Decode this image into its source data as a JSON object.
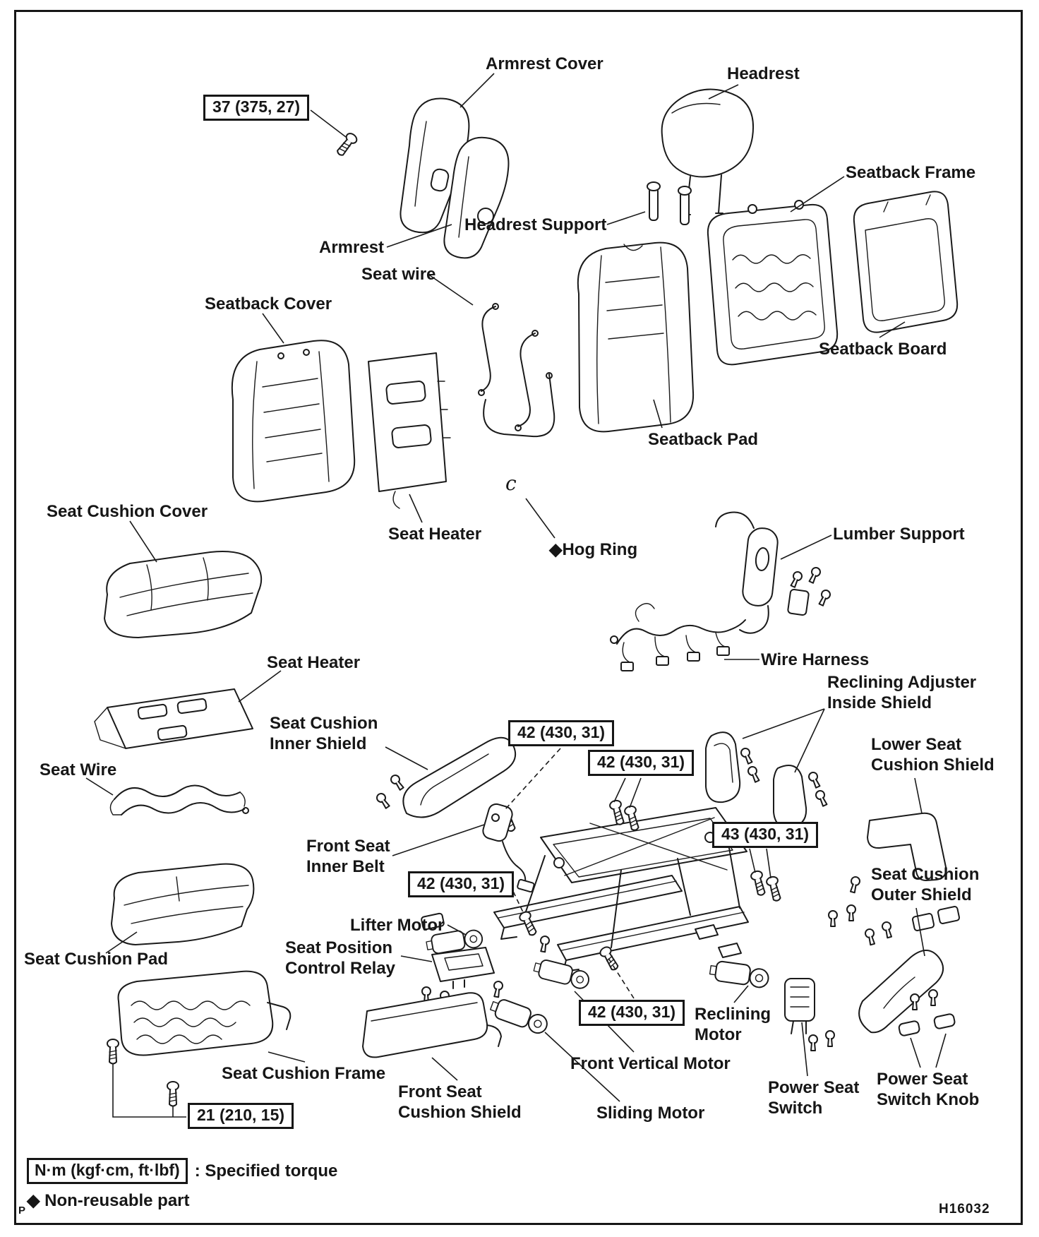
{
  "colors": {
    "ink": "#161616",
    "paper": "#ffffff"
  },
  "figure_code": "H16032",
  "corner_mark": "P",
  "legend": {
    "torque_unit": "N·m (kgf·cm, ft·lbf)",
    "torque_note": ": Specified torque",
    "nonreusable": "◆ Non-reusable part"
  },
  "torques": {
    "armrest": "37 (375, 27)",
    "t42": "42 (430, 31)",
    "t43": "43 (430, 31)",
    "t21": "21 (210, 15)"
  },
  "labels": {
    "armrest_cover": "Armrest Cover",
    "headrest": "Headrest",
    "seatback_frame": "Seatback Frame",
    "headrest_support": "Headrest Support",
    "armrest": "Armrest",
    "seat_wire_upper": "Seat wire",
    "seatback_cover": "Seatback Cover",
    "seatback_board": "Seatback Board",
    "seatback_pad": "Seatback Pad",
    "seat_cushion_cover": "Seat Cushion Cover",
    "seat_heater_upper": "Seat Heater",
    "hog_ring": "◆Hog Ring",
    "hog_ring_mark": "c",
    "lumber_support": "Lumber Support",
    "wire_harness": "Wire Harness",
    "seat_heater_lower": "Seat Heater",
    "reclining_adjuster_inside_shield": "Reclining Adjuster\nInside Shield",
    "seat_cushion_inner_shield": "Seat Cushion\nInner Shield",
    "seat_wire_lower": "Seat Wire",
    "lower_seat_cushion_shield": "Lower Seat\nCushion Shield",
    "front_seat_inner_belt": "Front Seat\nInner Belt",
    "seat_cushion_outer_shield": "Seat Cushion\nOuter Shield",
    "lifter_motor": "Lifter Motor",
    "seat_position_control_relay": "Seat Position\nControl Relay",
    "seat_cushion_pad": "Seat Cushion Pad",
    "reclining_motor": "Reclining\nMotor",
    "seat_cushion_frame": "Seat Cushion Frame",
    "front_vertical_motor": "Front Vertical Motor",
    "front_seat_cushion_shield": "Front Seat\nCushion Shield",
    "sliding_motor": "Sliding Motor",
    "power_seat_switch": "Power Seat\nSwitch",
    "power_seat_switch_knob": "Power Seat\nSwitch Knob"
  }
}
